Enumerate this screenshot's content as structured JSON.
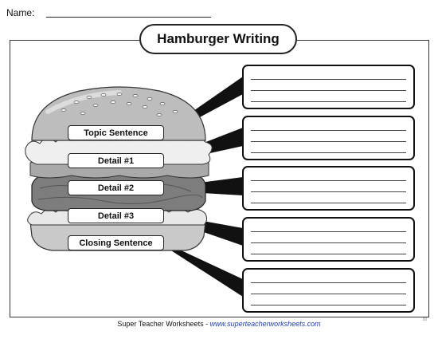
{
  "header": {
    "name_label": "Name:"
  },
  "title": "Hamburger Writing",
  "labels": [
    "Topic Sentence",
    "Detail #1",
    "Detail #2",
    "Detail #3",
    "Closing Sentence"
  ],
  "footer": {
    "prefix": "Super Teacher Worksheets - ",
    "url": "www.superteacherworksheets.com"
  },
  "page_number": "10"
}
